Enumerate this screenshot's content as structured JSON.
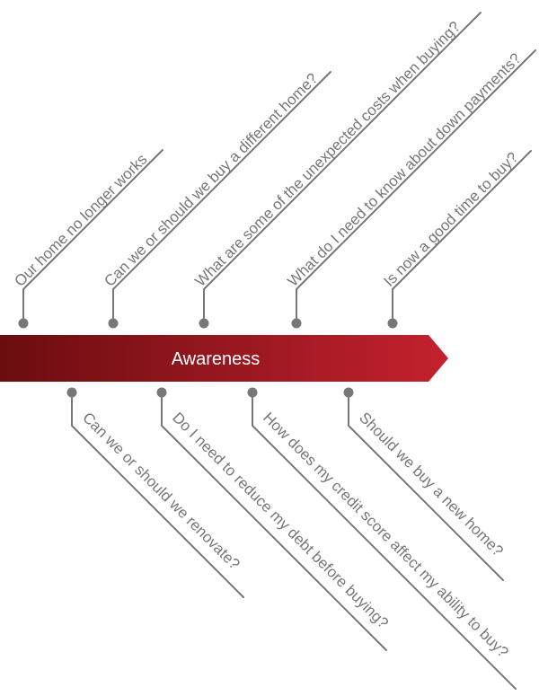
{
  "title": "Awareness",
  "colors": {
    "arrow_start": "#6a0d10",
    "arrow_end": "#c4212f",
    "connector": "#777777",
    "label_text": "#ffffff"
  },
  "top_questions": [
    "Our home no longer works",
    "Can we or should we buy a different home?",
    "What are some of the unexpected costs when buying?",
    "What do I need to know about down payments?",
    "Is now a good time to buy?"
  ],
  "bottom_questions": [
    "Can we or should we renovate?",
    "Do I need to reduce my debt before buying?",
    "How does my credit score affect my ability to buy?",
    "Should we buy a new home?"
  ]
}
